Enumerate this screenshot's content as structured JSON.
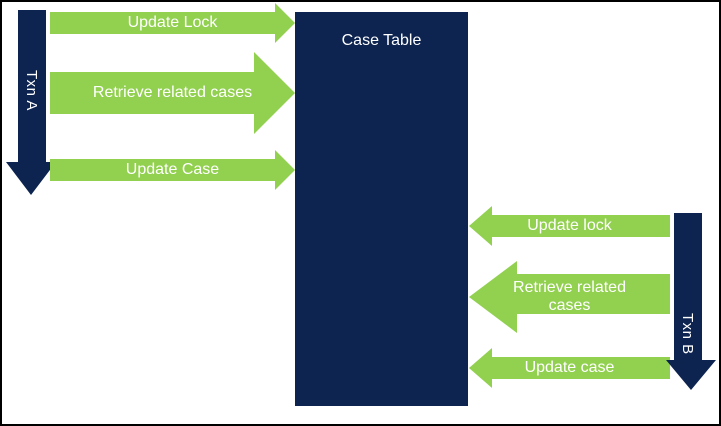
{
  "colors": {
    "navy": "#0d2450",
    "green": "#92d050",
    "label_text": "#ffffff",
    "canvas_border": "#000000",
    "background": "#ffffff"
  },
  "diagram": {
    "case_table": {
      "label": "Case Table"
    },
    "txn_a": {
      "label": "Txn A",
      "arrows": [
        {
          "label": "Update Lock"
        },
        {
          "label": "Retrieve related cases"
        },
        {
          "label": "Update Case"
        }
      ]
    },
    "txn_b": {
      "label": "Txn B",
      "arrows": [
        {
          "label": "Update lock"
        },
        {
          "label": "Retrieve related cases"
        },
        {
          "label": "Update case"
        }
      ]
    }
  }
}
